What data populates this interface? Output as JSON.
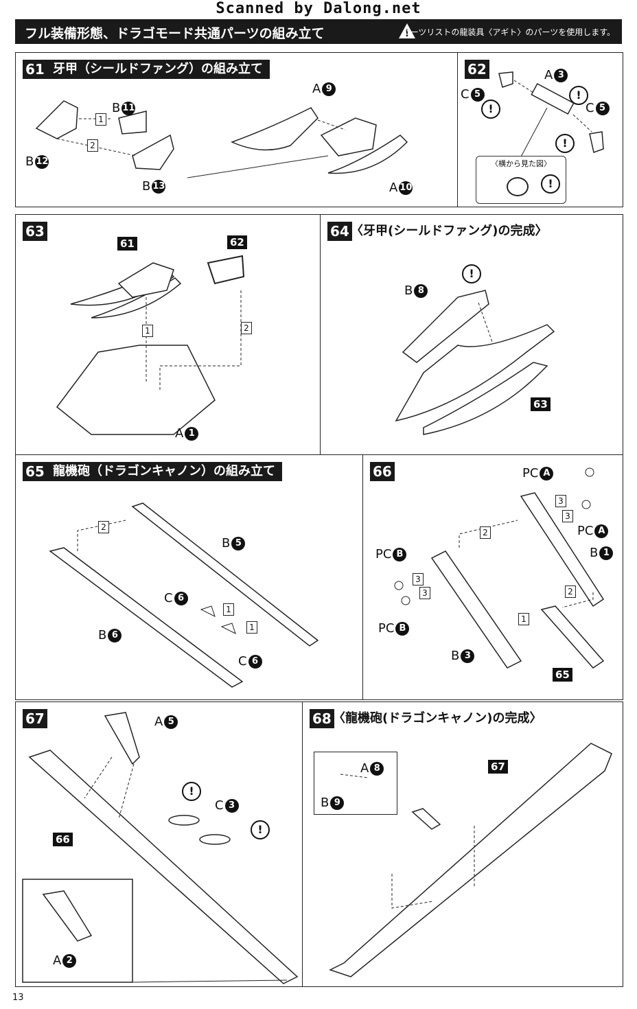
{
  "watermark": "Scanned by Dalong.net",
  "header": {
    "title": "フル装備形態、ドラゴモード共通パーツの組み立て",
    "warning": "パーツリストの龍装具〈アギト〉のパーツを使用します。"
  },
  "steps": {
    "s61": {
      "num": "61",
      "title": "牙甲（シールドファング）の組み立て",
      "labels": {
        "b11": "B",
        "b11n": "11",
        "b12": "B",
        "b12n": "12",
        "b13": "B",
        "b13n": "13",
        "a9": "A",
        "a9n": "9",
        "a10": "A",
        "a10n": "10"
      },
      "boxes": [
        "1",
        "2"
      ]
    },
    "s62": {
      "num": "62",
      "labels": {
        "c5a": "C",
        "c5an": "5",
        "a3": "A",
        "a3n": "3",
        "c5b": "C",
        "c5bn": "5"
      },
      "side_view": "〈横から見た図〉"
    },
    "s63": {
      "num": "63",
      "tags": [
        "61",
        "62"
      ],
      "boxes": [
        "1",
        "2"
      ],
      "labels": {
        "a1": "A",
        "a1n": "1"
      }
    },
    "s64": {
      "num": "64",
      "title": "〈牙甲(シールドファング)の完成〉",
      "labels": {
        "b8": "B",
        "b8n": "8"
      },
      "tags": [
        "63"
      ]
    },
    "s65": {
      "num": "65",
      "title": "龍機砲（ドラゴンキャノン）の組み立て",
      "labels": {
        "b5": "B",
        "b5n": "5",
        "c6a": "C",
        "c6an": "6",
        "b6": "B",
        "b6n": "6",
        "c6b": "C",
        "c6bn": "6"
      },
      "boxes": [
        "2",
        "1",
        "1"
      ]
    },
    "s66": {
      "num": "66",
      "labels": {
        "pca1": "PC",
        "pca1n": "A",
        "pca2": "PC",
        "pca2n": "A",
        "pcb1": "PC",
        "pcb1n": "B",
        "pcb2": "PC",
        "pcb2n": "B",
        "b1": "B",
        "b1n": "1",
        "b3": "B",
        "b3n": "3"
      },
      "boxes": [
        "3",
        "3",
        "2",
        "3",
        "3",
        "2",
        "1"
      ],
      "tags": [
        "65"
      ]
    },
    "s67": {
      "num": "67",
      "labels": {
        "a5": "A",
        "a5n": "5",
        "c3": "C",
        "c3n": "3",
        "a2": "A",
        "a2n": "2"
      },
      "tags": [
        "66"
      ]
    },
    "s68": {
      "num": "68",
      "title": "〈龍機砲(ドラゴンキャノン)の完成〉",
      "labels": {
        "a8": "A",
        "a8n": "8",
        "b9": "B",
        "b9n": "9"
      },
      "tags": [
        "67"
      ]
    }
  },
  "page_number": "13"
}
